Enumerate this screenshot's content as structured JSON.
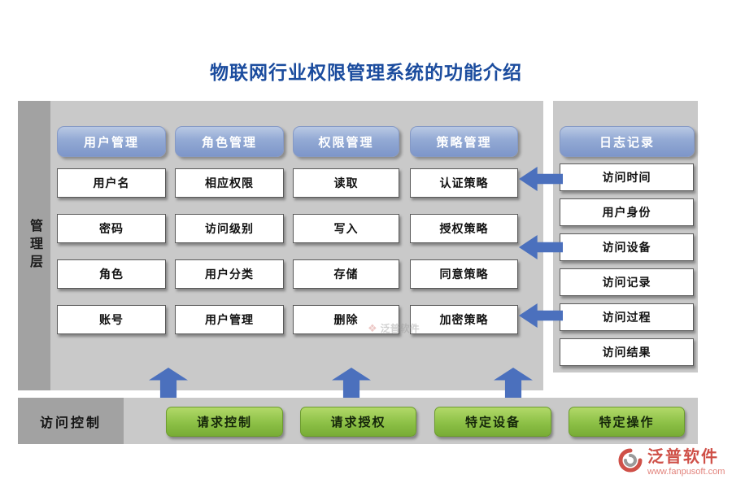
{
  "title": "物联网行业权限管理系统的功能介绍",
  "sidebar": {
    "label": "管理层"
  },
  "columns": [
    {
      "header": "用户管理",
      "items": [
        "用户名",
        "密码",
        "角色",
        "账号"
      ]
    },
    {
      "header": "角色管理",
      "items": [
        "相应权限",
        "访问级别",
        "用户分类",
        "用户管理"
      ]
    },
    {
      "header": "权限管理",
      "items": [
        "读取",
        "写入",
        "存储",
        "删除"
      ]
    },
    {
      "header": "策略管理",
      "items": [
        "认证策略",
        "授权策略",
        "同意策略",
        "加密策略"
      ]
    }
  ],
  "log_panel": {
    "header": "日志记录",
    "items": [
      "访问时间",
      "用户身份",
      "访问设备",
      "访问记录",
      "访问过程",
      "访问结果"
    ]
  },
  "bottom_bar": {
    "label": "访问控制",
    "buttons": [
      "请求控制",
      "请求授权",
      "特定设备",
      "特定操作"
    ]
  },
  "watermark": "泛普软件",
  "branding": {
    "name": "泛普软件",
    "url": "www.fanpusoft.com"
  },
  "colors": {
    "title_blue": "#1b4c9e",
    "header_button_blue": "#8da6d3",
    "arrow_blue": "#4b70bd",
    "green_button": "#8cc046",
    "panel_gray": "#c9c9c9",
    "strip_gray": "#a2a2a2",
    "brand_red": "#cf5048"
  }
}
